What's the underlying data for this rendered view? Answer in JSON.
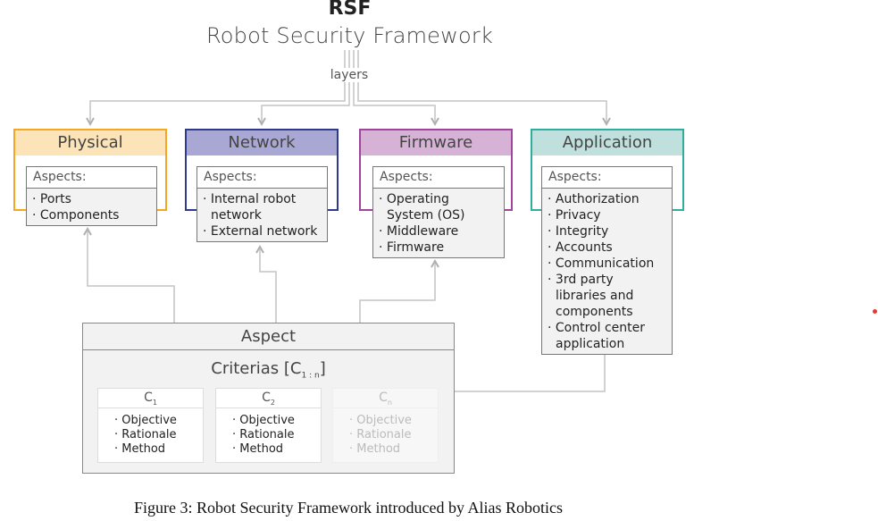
{
  "header": {
    "short_title": "RSF",
    "full_title": "Robot Security Framework",
    "connector_label": "layers"
  },
  "colors": {
    "physical": {
      "border": "#f5a623",
      "fill": "#fde3b8"
    },
    "network": {
      "border": "#303a8c",
      "fill": "#a9a8d4"
    },
    "firmware": {
      "border": "#a1449c",
      "fill": "#d6b3d6"
    },
    "application": {
      "border": "#2fae9e",
      "fill": "#bfe0dc"
    },
    "connector": "#c4c4c4",
    "marker": "#e53935"
  },
  "layers": [
    {
      "name": "Physical",
      "aspects_label": "Aspects:",
      "aspects": [
        "Ports",
        "Components"
      ]
    },
    {
      "name": "Network",
      "aspects_label": "Aspects:",
      "aspects": [
        "Internal robot network",
        "External network"
      ]
    },
    {
      "name": "Firmware",
      "aspects_label": "Aspects:",
      "aspects": [
        "Operating System (OS)",
        "Middleware",
        "Firmware"
      ]
    },
    {
      "name": "Application",
      "aspects_label": "Aspects:",
      "aspects": [
        "Authorization",
        "Privacy",
        "Integrity",
        "Accounts",
        "Communication",
        "3rd party libraries and components",
        "Control center application"
      ]
    }
  ],
  "aspect": {
    "title": "Aspect",
    "criterias_label": "Criterias [C",
    "criterias_sub": "1 : n",
    "criterias_close": "]",
    "criteria": [
      {
        "letter": "C",
        "sub": "1",
        "items": [
          "Objective",
          "Rationale",
          "Method"
        ],
        "faded": false
      },
      {
        "letter": "C",
        "sub": "2",
        "items": [
          "Objective",
          "Rationale",
          "Method"
        ],
        "faded": false
      },
      {
        "letter": "C",
        "sub": "n",
        "items": [
          "Objective",
          "Rationale",
          "Method"
        ],
        "faded": true
      }
    ]
  },
  "caption": "Figure 3: Robot Security Framework introduced by Alias Robotics"
}
